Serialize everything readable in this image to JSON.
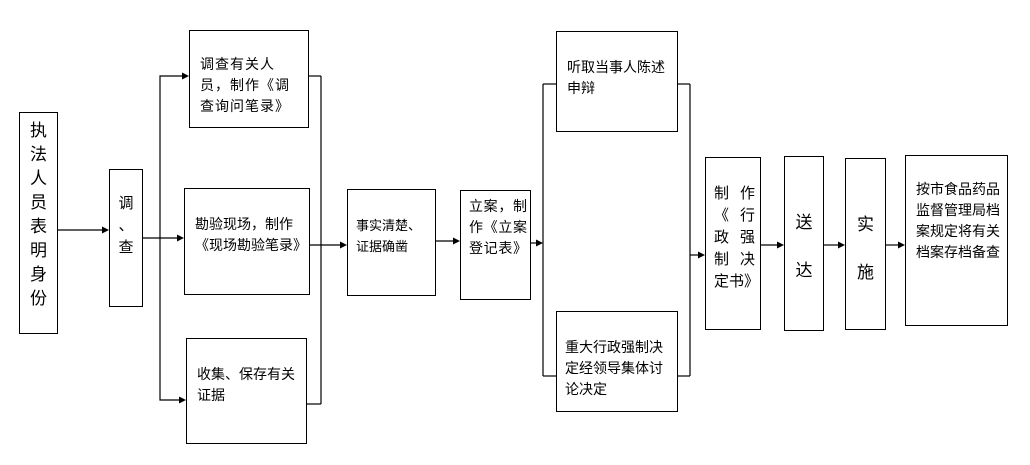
{
  "flowchart": {
    "identify": "执\n法\n人\n员\n表\n明\n身\n份",
    "investigate": "调\n、\n查",
    "inquiry": "调查有关人员，制作《调查询问笔录》",
    "scene": "勘验现场，制作《现场勘验笔录》",
    "evidence": "收集、保存有关证据",
    "facts": "事实清楚、证据确凿",
    "filing": "立案，制作《立案登记表》",
    "hearing": "听取当事人陈述申辩",
    "discussion": "重大行政强制决定经领导集体讨论决定",
    "decision": "制作《行政强制决定书》",
    "serve": "送\n\n达",
    "execute": "实\n\n施",
    "archive": "按市食品药品监督管理局档案规定将有关档案存档备查"
  }
}
